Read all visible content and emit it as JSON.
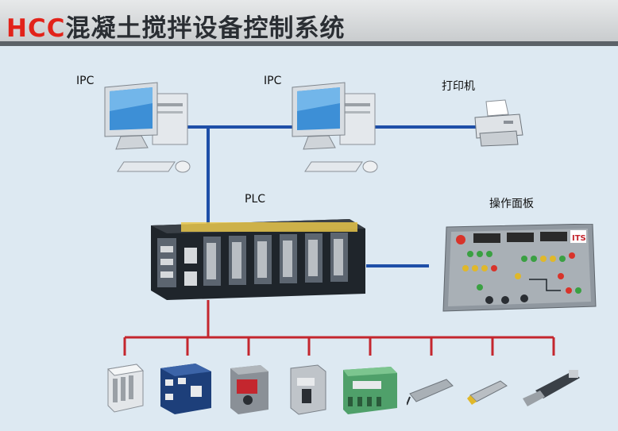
{
  "title": {
    "brand": "HCC",
    "rest": "混凝土搅拌设备控制系统"
  },
  "labels": {
    "ipc_left": "IPC",
    "ipc_right": "IPC",
    "printer": "打印机",
    "plc": "PLC",
    "operation_panel": "操作面板"
  },
  "colors": {
    "title_accent": "#e2231a",
    "network_bus": "#1e4fa8",
    "field_bus": "#c4262e",
    "background": "#dde9f2"
  },
  "field_devices": [
    {
      "icon": "relay-icon"
    },
    {
      "icon": "contactor-icon"
    },
    {
      "icon": "motor-protector-icon"
    },
    {
      "icon": "circuit-breaker-icon"
    },
    {
      "icon": "terminal-module-icon"
    },
    {
      "icon": "load-cell-icon"
    },
    {
      "icon": "proximity-sensor-icon"
    },
    {
      "icon": "actuator-icon"
    }
  ]
}
